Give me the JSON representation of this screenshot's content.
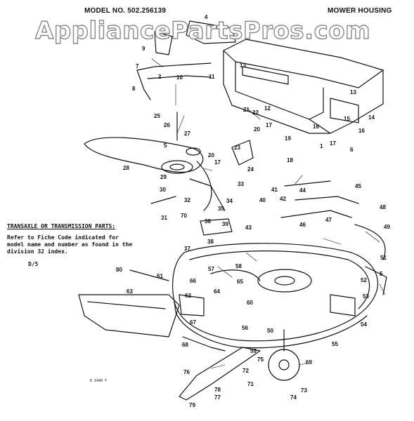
{
  "header": {
    "model": "MODEL NO. 502.256139",
    "section": "MOWER HOUSING"
  },
  "watermark": "AppliancePartsPros.com",
  "note": {
    "title": "TRANSAXLE OR TRANSMISSION PARTS:",
    "line1": "Refer to Fiche Code indicated for",
    "line2": "model name and number as found in the",
    "line3": "division 32 index.",
    "ref": "D/5"
  },
  "figure_code": "D 1490 F",
  "part_labels": [
    "1",
    "2",
    "4",
    "5",
    "6",
    "7",
    "8",
    "9",
    "10",
    "11",
    "12",
    "13",
    "14",
    "15",
    "16",
    "17",
    "18",
    "19",
    "20",
    "21",
    "22",
    "23",
    "24",
    "25",
    "26",
    "27",
    "28",
    "29",
    "30",
    "31",
    "32",
    "33",
    "34",
    "35",
    "36",
    "37",
    "38",
    "39",
    "40",
    "41",
    "42",
    "43",
    "44",
    "45",
    "46",
    "47",
    "48",
    "49",
    "50",
    "51",
    "52",
    "53",
    "54",
    "55",
    "56",
    "57",
    "58",
    "59",
    "60",
    "61",
    "62",
    "63",
    "64",
    "65",
    "66",
    "67",
    "68",
    "69",
    "70",
    "71",
    "72",
    "73",
    "74",
    "75",
    "76",
    "77",
    "78",
    "79",
    "80"
  ]
}
